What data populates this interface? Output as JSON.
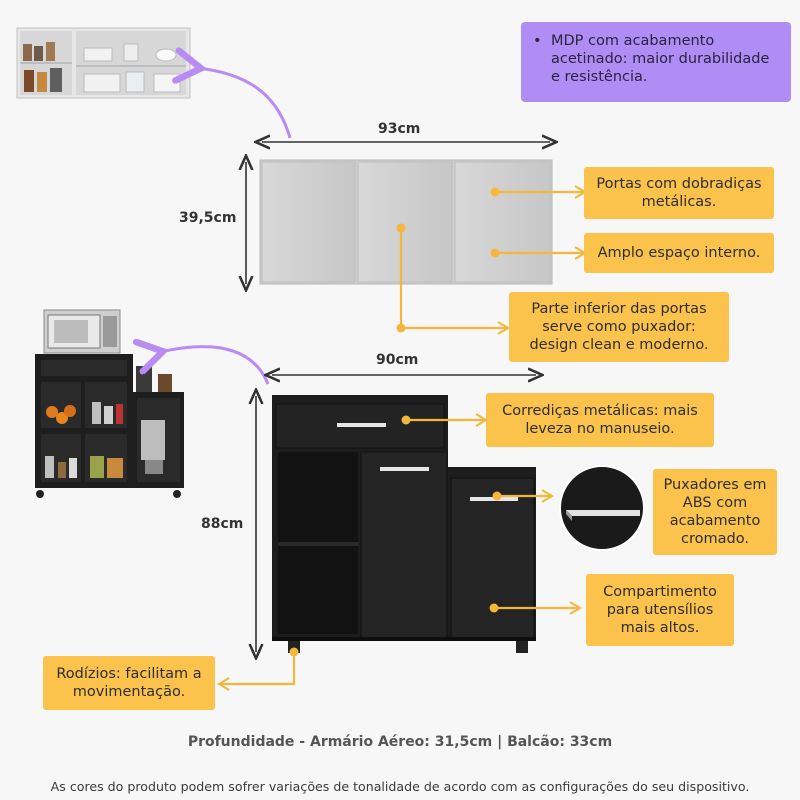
{
  "dimensions": {
    "wall_width": "93cm",
    "wall_height": "39,5cm",
    "base_width": "90cm",
    "base_height": "88cm"
  },
  "feature_box": {
    "lines": [
      "MDP com acabamento",
      "acetinado: maior durabilidade",
      "e resistência."
    ]
  },
  "callouts": {
    "hinges": [
      "Portas com dobradiças",
      "metálicas."
    ],
    "space": [
      "Amplo espaço interno."
    ],
    "handle_bottom": [
      "Parte inferior das portas",
      "serve como puxador:",
      "design clean e moderno."
    ],
    "slides": [
      "Corrediças metálicas: mais",
      "leveza no manuseio."
    ],
    "abs_handles": [
      "Puxadores em",
      "ABS com",
      "acabamento",
      "cromado."
    ],
    "compartment": [
      "Compartimento",
      "para utensílios",
      "mais altos."
    ],
    "casters": [
      "Rodízios: facilitam a",
      "movimentação."
    ]
  },
  "footer": {
    "depth": "Profundidade - Armário Aéreo: 31,5cm | Balcão:  33cm",
    "note": "As cores do produto podem sofrer variações de tonalidade de acordo com as configurações do seu dispositivo."
  },
  "colors": {
    "callout": "#fbc24c",
    "purple": "#b08cf5",
    "cabinet_light": "#cfcfcf",
    "cabinet_dark": "#1c1c1c",
    "arrow_purple": "#b88cf2"
  }
}
